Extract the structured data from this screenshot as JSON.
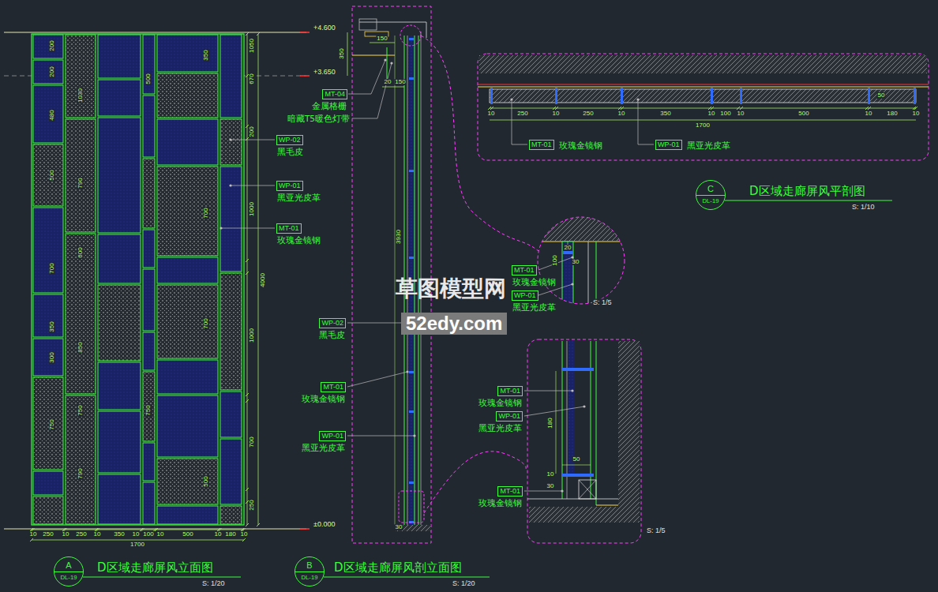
{
  "diagram": {
    "nodes": [
      {
        "text": [
          "WP-02",
          "黑毛皮"
        ]
      },
      {
        "text": [
          "WP-01",
          "黑亚光皮革"
        ]
      },
      {
        "text": [
          "MT-01",
          "玫瑰金镜钢"
        ]
      },
      {
        "text": [
          "MT-04",
          "金属格栅"
        ]
      },
      {
        "text": [
          "WP-02",
          "黑毛皮"
        ]
      },
      {
        "text": [
          "MT-01",
          "玫瑰金镜钢"
        ]
      },
      {
        "text": [
          "WP-01",
          "黑亚光皮革"
        ]
      },
      {
        "text": [
          "MT-01",
          "玫瑰金镜钢"
        ]
      },
      {
        "text": [
          "WP-01",
          "黑亚光皮革"
        ]
      },
      {
        "text": [
          "MT-01",
          "玫瑰金镜钢"
        ]
      },
      {
        "text": [
          "WP-01",
          "黑亚光皮革"
        ]
      },
      {
        "text": [
          "MT-01",
          "玫瑰金镜钢"
        ]
      },
      {
        "text": [
          "WP-01",
          "黑亚光皮革"
        ]
      },
      {
        "text": [
          "MT-01",
          "玫瑰金镜钢"
        ]
      },
      {
        "text": [
          "C",
          "DL-19"
        ]
      },
      {
        "text": [
          "A",
          "DL-19"
        ]
      },
      {
        "text": [
          "B",
          "DL-19"
        ]
      }
    ],
    "labels": [
      "+4.600",
      "+3.650",
      "±0.000",
      "10",
      "250",
      "10",
      "250",
      "10",
      "350",
      "10",
      "100",
      "10",
      "500",
      "10",
      "180",
      "10",
      "1700",
      "200",
      "200",
      "480",
      "500",
      "700",
      "350",
      "300",
      "750",
      "1030",
      "790",
      "600",
      "850",
      "750",
      "790",
      "350",
      "500",
      "700",
      "700",
      "750",
      "500",
      "1050",
      "670",
      "200",
      "1000",
      "1000",
      "700",
      "250",
      "4000",
      "150",
      "350",
      "20",
      "150",
      "暗藏T5暖色灯带",
      "3930",
      "30",
      "10",
      "250",
      "10",
      "250",
      "10",
      "350",
      "10",
      "100",
      "10",
      "500",
      "10",
      "180",
      "10",
      "1700",
      "50",
      "D区域走廊屏风平剖图",
      "S: 1/10",
      "D区域走廊屏风立面图",
      "S: 1/20",
      "D区域走廊屏风剖立面图",
      "S: 1/20",
      "20",
      "30",
      "100",
      "S: 1/5",
      "180",
      "50",
      "10",
      "30",
      "S: 1/5",
      "草图模型网",
      "52edy.com"
    ]
  }
}
